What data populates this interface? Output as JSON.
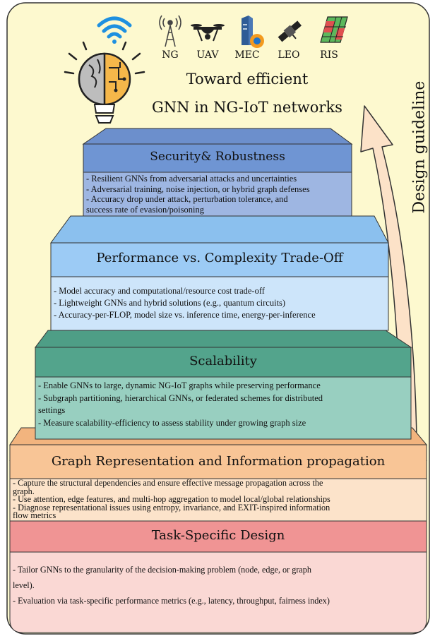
{
  "header": {
    "icons": [
      {
        "name": "wifi-icon",
        "label": ""
      },
      {
        "name": "antenna-tower-icon",
        "label": "NG"
      },
      {
        "name": "drone-icon",
        "label": "UAV"
      },
      {
        "name": "server-icon",
        "label": "MEC"
      },
      {
        "name": "satellite-icon",
        "label": "LEO"
      },
      {
        "name": "surface-grid-icon",
        "label": "RIS"
      }
    ],
    "brain_icon": "brain-lightbulb-icon",
    "title_line1": "Toward efficient",
    "title_line2": "GNN in NG-IoT networks"
  },
  "guideline": {
    "label": "Design guideline"
  },
  "layers": [
    {
      "id": "security",
      "title": "Security& Robustness",
      "bullets": [
        "- Resilient GNNs from adversarial attacks and uncertainties",
        "- Adversarial training, noise injection, or hybrid graph defenses",
        "- Accuracy drop under attack, perturbation tolerance, and",
        "success rate of evasion/poisoning"
      ]
    },
    {
      "id": "performance",
      "title": "Performance vs. Complexity Trade-Off",
      "bullets": [
        "- Model accuracy and computational/resource cost trade-off",
        "- Lightweight GNNs and hybrid solutions (e.g., quantum circuits)",
        "- Accuracy-per-FLOP, model size vs. inference time, energy-per-inference"
      ]
    },
    {
      "id": "scalability",
      "title": "Scalability",
      "bullets": [
        "- Enable GNNs to large, dynamic NG-IoT graphs while preserving performance",
        "- Subgraph partitioning, hierarchical GNNs, or federated schemes for distributed",
        "settings",
        "- Measure scalability-efficiency to assess stability under growing graph size"
      ]
    },
    {
      "id": "graph-representation",
      "title": "Graph Representation and Information propagation",
      "bullets": [
        "- Capture the structural dependencies and ensure effective message propagation across the",
        "graph.",
        "- Use attention, edge features, and multi-hop aggregation to model local/global relationships",
        "- Diagnose representational issues using entropy, invariance, and EXIT-inspired information",
        "flow metrics"
      ]
    },
    {
      "id": "task-specific",
      "title": "Task-Specific Design",
      "bullets": [
        "- Tailor GNNs to the granularity of the decision-making problem (node, edge, or graph",
        "level).",
        "- Evaluation via task-specific performance metrics (e.g., latency, throughput, fairness index)"
      ]
    }
  ],
  "colors": {
    "background": "#FDF9CF",
    "security_title": "#6F95D3",
    "security_body": "#9EB6E2",
    "security_slope": "#6C8FCC",
    "performance_title": "#9CCBF5",
    "performance_body": "#CDE5FA",
    "performance_slope": "#8BC0EE",
    "scalability_title": "#53A48C",
    "scalability_body": "#98CFC0",
    "scalability_slope": "#4E9E86",
    "graph_title": "#F8C596",
    "graph_body": "#FCE3CA",
    "graph_slope": "#F2B47E",
    "task_title": "#F09494",
    "task_body": "#FAD8D4",
    "arrow_fill": "#FCE2C8"
  }
}
